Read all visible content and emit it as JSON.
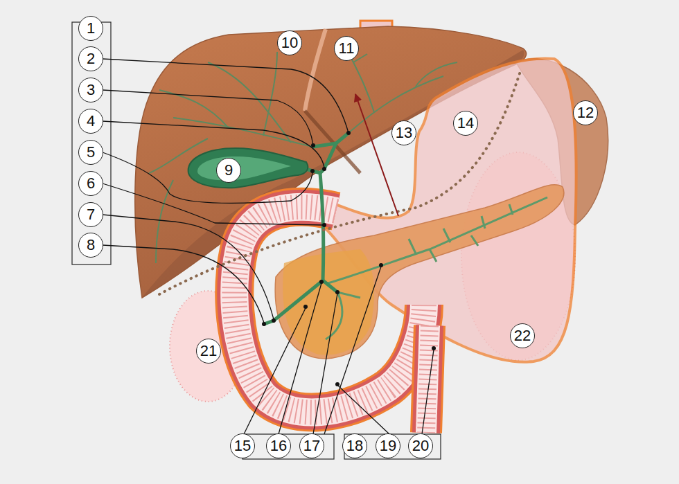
{
  "diagram": {
    "nodes": [
      {
        "text": [
          "1"
        ]
      },
      {
        "text": [
          "2"
        ]
      },
      {
        "text": [
          "3"
        ]
      },
      {
        "text": [
          "4"
        ]
      },
      {
        "text": [
          "5"
        ]
      },
      {
        "text": [
          "6"
        ]
      },
      {
        "text": [
          "7"
        ]
      },
      {
        "text": [
          "8"
        ]
      },
      {
        "text": [
          "9"
        ]
      },
      {
        "text": [
          "10"
        ]
      },
      {
        "text": [
          "11"
        ]
      },
      {
        "text": [
          "12"
        ]
      },
      {
        "text": [
          "13"
        ]
      },
      {
        "text": [
          "14"
        ]
      },
      {
        "text": [
          "15"
        ]
      },
      {
        "text": [
          "16"
        ]
      },
      {
        "text": [
          "17"
        ]
      },
      {
        "text": [
          "18"
        ]
      },
      {
        "text": [
          "19"
        ]
      },
      {
        "text": [
          "20"
        ]
      },
      {
        "text": [
          "21"
        ]
      },
      {
        "text": [
          "22"
        ]
      }
    ],
    "edges": []
  }
}
